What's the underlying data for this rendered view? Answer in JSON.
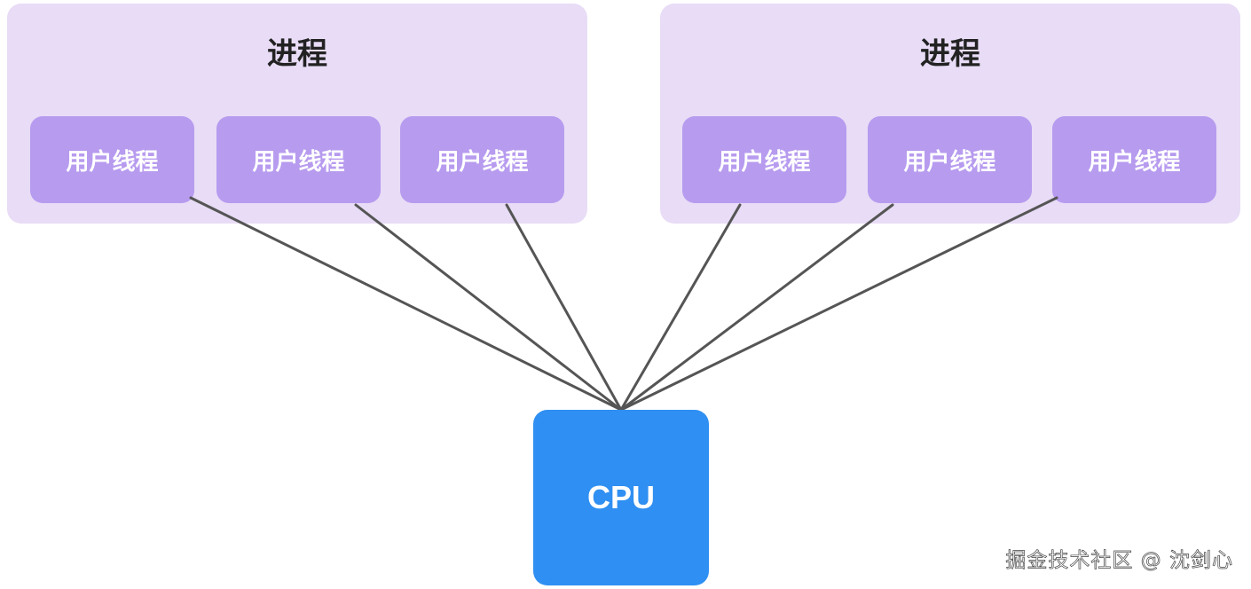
{
  "processes": [
    {
      "label": "进程",
      "threads": [
        "用户线程",
        "用户线程",
        "用户线程"
      ]
    },
    {
      "label": "进程",
      "threads": [
        "用户线程",
        "用户线程",
        "用户线程"
      ]
    }
  ],
  "cpu": {
    "label": "CPU"
  },
  "watermark": "掘金技术社区 @ 沈剑心",
  "colors": {
    "process_bg": "#e8dcf6",
    "thread_bg": "#b79bef",
    "cpu_bg": "#2f8ff2",
    "line": "#555555"
  }
}
